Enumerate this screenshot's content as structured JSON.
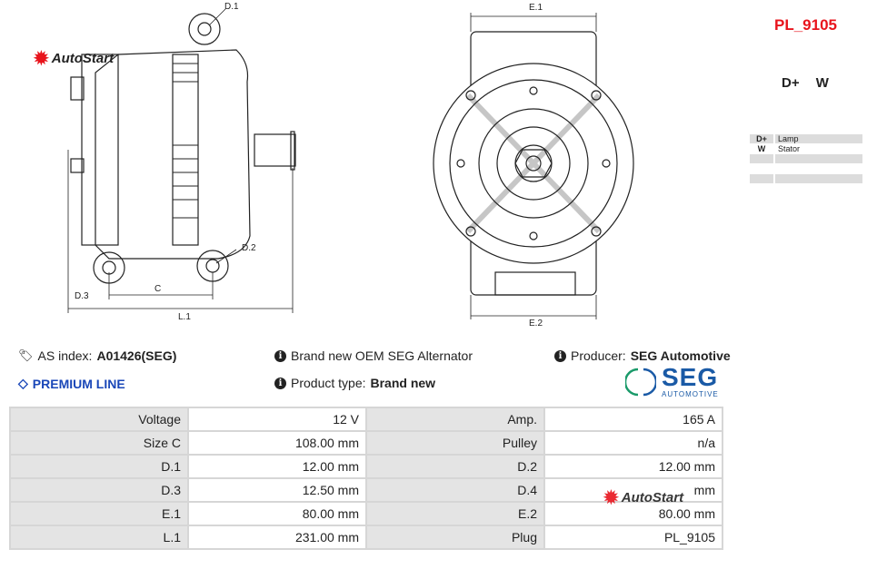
{
  "product_code": "PL_9105",
  "brand_logo": "AutoStart",
  "drawing": {
    "labels": {
      "d1": "D.1",
      "d2": "D.2",
      "d3": "D.3",
      "c": "C",
      "l1": "L.1",
      "e1": "E.1",
      "e2": "E.2"
    }
  },
  "pins": {
    "header": "D+   W",
    "rows": [
      {
        "pin": "D+",
        "desc": "Lamp"
      },
      {
        "pin": "W",
        "desc": "Stator"
      },
      {
        "pin": "",
        "desc": ""
      },
      {
        "pin": "",
        "desc": ""
      }
    ]
  },
  "info": {
    "as_index_label": "AS index:",
    "as_index_value": "A01426(SEG)",
    "premium": "PREMIUM LINE",
    "desc": "Brand new OEM SEG Alternator",
    "type_label": "Product type:",
    "type_value": "Brand new",
    "producer_label": "Producer:",
    "producer_value": "SEG Automotive",
    "producer_logo": "SEG",
    "producer_logo_sub": "AUTOMOTIVE"
  },
  "specs": [
    [
      "Voltage",
      "12 V",
      "Amp.",
      "165 A"
    ],
    [
      "Size C",
      "108.00 mm",
      "Pulley",
      "n/a"
    ],
    [
      "D.1",
      "12.00 mm",
      "D.2",
      "12.00 mm"
    ],
    [
      "D.3",
      "12.50 mm",
      "D.4",
      "mm"
    ],
    [
      "E.1",
      "80.00 mm",
      "E.2",
      "80.00 mm"
    ],
    [
      "L.1",
      "231.00 mm",
      "Plug",
      "PL_9105"
    ]
  ],
  "colors": {
    "accent": "#e8141c",
    "premium": "#1a47b8",
    "seg_blue": "#1a5aa6",
    "seg_green": "#1a9a6a"
  }
}
